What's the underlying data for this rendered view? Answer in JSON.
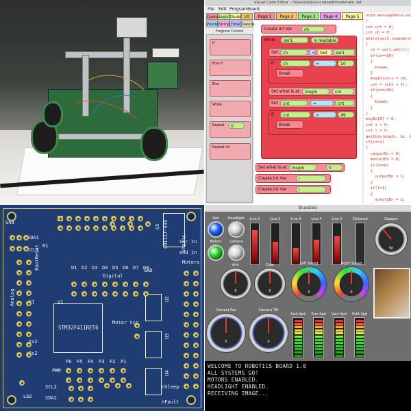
{
  "editor": {
    "window_title": "Visual Code Editor - /fs/ee/code/viscodeedit/newmain.dat",
    "menu": [
      "File",
      "Edit",
      "Program",
      "Board"
    ],
    "toolbar": [
      {
        "label": "Control",
        "color": "#f48a94"
      },
      {
        "label": "Logic",
        "color": "#c9ef85"
      },
      {
        "label": "Double",
        "color": "#fff59a"
      },
      {
        "label": "I/O",
        "color": "#f7c16a"
      },
      {
        "label": "Pointer",
        "color": "#9fd0f3"
      },
      {
        "label": "Strings",
        "color": "#f7a6e8"
      },
      {
        "label": "Time",
        "color": "#b9b9ff"
      },
      {
        "label": "Device",
        "color": "#e2e2a8"
      }
    ],
    "pages": [
      {
        "label": "Page 1",
        "color": "#f48a94"
      },
      {
        "label": "Page 2",
        "color": "#f7c16a"
      },
      {
        "label": "Page 3",
        "color": "#9fe38a"
      },
      {
        "label": "Page 4",
        "color": "#e49ae8"
      },
      {
        "label": "Page 5",
        "color": "#fff59a"
      }
    ],
    "palette_title": "Program Control",
    "palette": [
      "If",
      "Else If",
      "Else",
      "While",
      "Repeat",
      "Repeat Int"
    ],
    "palette_value": "0",
    "blocks": {
      "create1": {
        "label": "Create Int Var",
        "value": "ch"
      },
      "while": {
        "label": "While",
        "var": "ser1",
        "cond": "is readable"
      },
      "set1": {
        "label": "Set",
        "var": "ch",
        "op": "=",
        "fn": "Get",
        "arg": "ser1"
      },
      "if1": {
        "label": "If",
        "var": "ch",
        "op": "=",
        "value": "10"
      },
      "break1": {
        "label": "Break"
      },
      "setwhat1": {
        "label": "Set what is at",
        "var": "msgIn",
        "value": "cnt"
      },
      "set2": {
        "label": "Set",
        "var": "cnt",
        "op": "=",
        "value": "cnt"
      },
      "if2": {
        "label": "If",
        "var": "cnt",
        "op": ">",
        "value": "49"
      },
      "break2": {
        "label": "Break"
      },
      "setwhat2": {
        "label": "Set what is at",
        "var": "msgIn",
        "value": "0"
      },
      "create2": {
        "label": "Create Int Var",
        "value": "i"
      },
      "create3": {
        "label": "Create Int Var",
        "value": "l"
      }
    },
    "code_lines": [
      "void messageReceived()",
      "{",
      "int cnt = 0;",
      "int ch = 0;",
      "while(ser1.readable())",
      "{",
      "  ch = ser1.getc();",
      "  if(ch==10)",
      "  {",
      "    break;",
      "  }",
      "  msgIn[cnt] = ch;",
      "  cnt = (cnt + 1);",
      "  if(cnt>49)",
      "  {",
      "    break;",
      "  }",
      "}",
      "msgIn[0] = 0;",
      "int i = 0;",
      "int l = 0;",
      "getInts(msgIn, &i, &l);",
      "if(i==1)",
      "{",
      "  outputEn = 0;",
      "  motor2En = 0;",
      "  if(l==0)",
      "  {",
      "    outputEn = 1;",
      "  }",
      "",
      "  if(l>1)",
      "  {",
      "    motor2En = 1;",
      "  }"
    ]
  },
  "pcb": {
    "ic_main": "STM32F411RET6",
    "ic_reg": "LD1117-S33",
    "labels": {
      "gnd_tl": "Gnd",
      "sda1": "SDA1",
      "scl1": "SCL1",
      "bootreset": "BootReset",
      "analog": "Analog",
      "u1": "U1",
      "u5": "U5",
      "vcc_in": "Vcc In",
      "gnd_in": "Gnd In",
      "motors": "Motors",
      "digital": "Digital",
      "motor_vcc": "Motor Vcc",
      "u2": "U2",
      "u3": "U3",
      "u4": "U4",
      "pwm": "PWM",
      "scl2": "SCL2",
      "sda2": "SDA2",
      "led": "LED",
      "nsleep": "nSleep",
      "nfault": "nFault",
      "tx2": "Tx2",
      "rx2": "Rx2",
      "x1": "X1",
      "r1": "R1",
      "gnd_mid": "GND",
      "vcc_out": "VccOut"
    },
    "digital_pins": [
      "D1",
      "D2",
      "D3",
      "D4",
      "D5",
      "D6",
      "D7",
      "D8"
    ],
    "pwm_pins": [
      "P6",
      "P5",
      "P4",
      "P3",
      "P2",
      "P1"
    ]
  },
  "dashboard": {
    "window_title": "Bluedials",
    "leds": [
      {
        "label": "Run",
        "color": "#1a5cff"
      },
      {
        "label": "Headlight",
        "color": "#cfcfcf"
      },
      {
        "label": "Motors",
        "color": "#1fd21f"
      },
      {
        "label": "Camera",
        "color": "#d6d6d6"
      }
    ],
    "lines": [
      {
        "label": "Line 1",
        "value": 0.85
      },
      {
        "label": "Line 2",
        "value": 0.55
      },
      {
        "label": "Line 3",
        "value": 0.4
      },
      {
        "label": "Line 4",
        "value": 0.6
      },
      {
        "label": "Line 5",
        "value": 0.7
      }
    ],
    "distance_label": "Distance",
    "stepper": {
      "label": "Stepper",
      "value": "50"
    },
    "dials": [
      {
        "label": "Arm",
        "value": "0"
      },
      {
        "label": "Claw",
        "value": "0"
      },
      {
        "label": "Left Speed",
        "value": "0"
      },
      {
        "label": "Right Speed",
        "value": "0"
      },
      {
        "label": "Camera Pan",
        "value": "0"
      },
      {
        "label": "Camera Tilt",
        "value": "0"
      }
    ],
    "meters": [
      "Fwd Spd",
      "Turn Spd",
      "Vect Spd",
      "Drift Spd"
    ],
    "console_lines": [
      "WELCOME TO ROBOTICS BOARD 1.0",
      "ALL SYSTEMS GO!",
      "MOTORS ENABLED.",
      "HEADLIGHT ENABLED.",
      "RECEIVING IMAGE..."
    ]
  }
}
